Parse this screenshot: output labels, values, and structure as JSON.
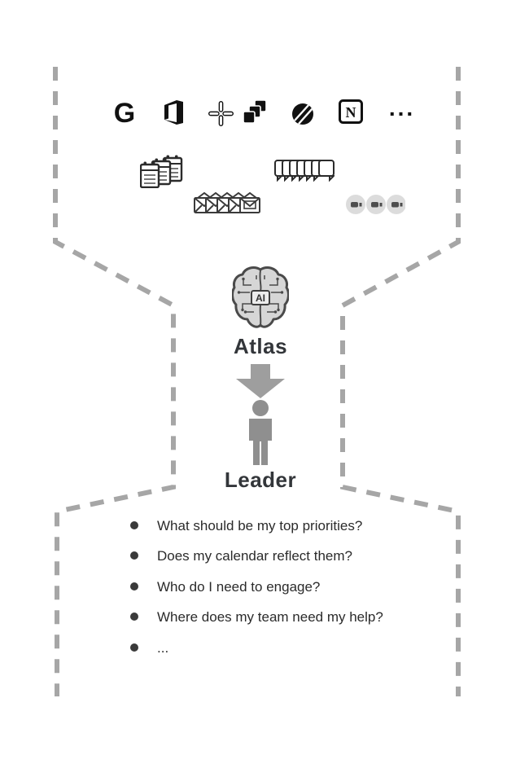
{
  "theme": {
    "background": "#ffffff",
    "dash_color": "#a6a6a6",
    "figure_gray": "#8f8f8f",
    "arrow_gray": "#9e9e9e",
    "label_color": "#33363a",
    "text_color": "#2b2b2b",
    "icon_dark": "#111111",
    "icon_fill_light": "#d6d6d6"
  },
  "sources": {
    "app_icons": [
      {
        "name": "google",
        "label": "G"
      },
      {
        "name": "microsoft-office",
        "label": ""
      },
      {
        "name": "slack",
        "label": ""
      },
      {
        "name": "stacked-documents",
        "label": ""
      },
      {
        "name": "striped-circle",
        "label": ""
      },
      {
        "name": "notion",
        "label": "N"
      },
      {
        "name": "more-apps",
        "label": "..."
      }
    ],
    "artifact_icons": [
      "calendar-stack",
      "chat-message-stack",
      "email-stack",
      "gray-record-circles"
    ]
  },
  "ai": {
    "name": "Atlas",
    "chip_label": "AI"
  },
  "leader": {
    "name": "Leader"
  },
  "questions": [
    "What should be my top priorities?",
    "Does my calendar reflect them?",
    "Who do I need to engage?",
    "Where does my team need my help?",
    "..."
  ]
}
